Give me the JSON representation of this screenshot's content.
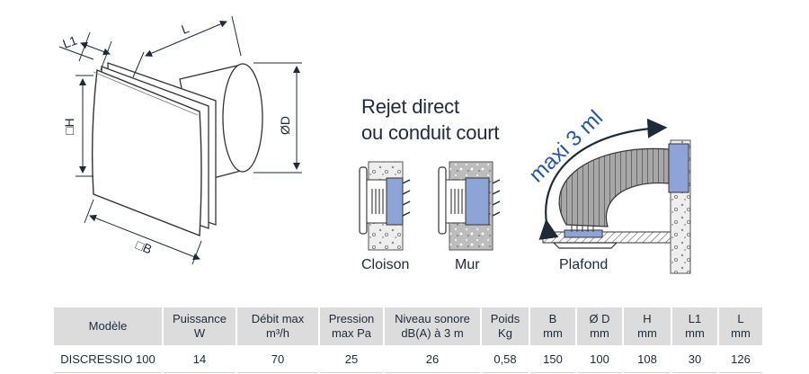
{
  "mounting": {
    "title_line1": "Rejet direct",
    "title_line2": "ou conduit court",
    "options": [
      {
        "label": "Cloison"
      },
      {
        "label": "Mur"
      },
      {
        "label": "Plafond"
      }
    ],
    "duct_note": "maxi 3 ml"
  },
  "dimension_labels": {
    "L1": "L1",
    "L": "L",
    "H": "□H",
    "D": "ØD",
    "B": "□B"
  },
  "spec_table": {
    "headers": [
      [
        "Modèle",
        ""
      ],
      [
        "Puissance",
        "W"
      ],
      [
        "Débit max",
        "m³/h"
      ],
      [
        "Pression",
        "max Pa"
      ],
      [
        "Niveau sonore",
        "dB(A) à 3 m"
      ],
      [
        "Poids",
        "Kg"
      ],
      [
        "B",
        "mm"
      ],
      [
        "Ø D",
        "mm"
      ],
      [
        "H",
        "mm"
      ],
      [
        "L1",
        "mm"
      ],
      [
        "L",
        "mm"
      ]
    ],
    "rows": [
      [
        "DISCRESSIO 100",
        "14",
        "70",
        "25",
        "26",
        "0,58",
        "150",
        "100",
        "108",
        "30",
        "126"
      ]
    ]
  }
}
